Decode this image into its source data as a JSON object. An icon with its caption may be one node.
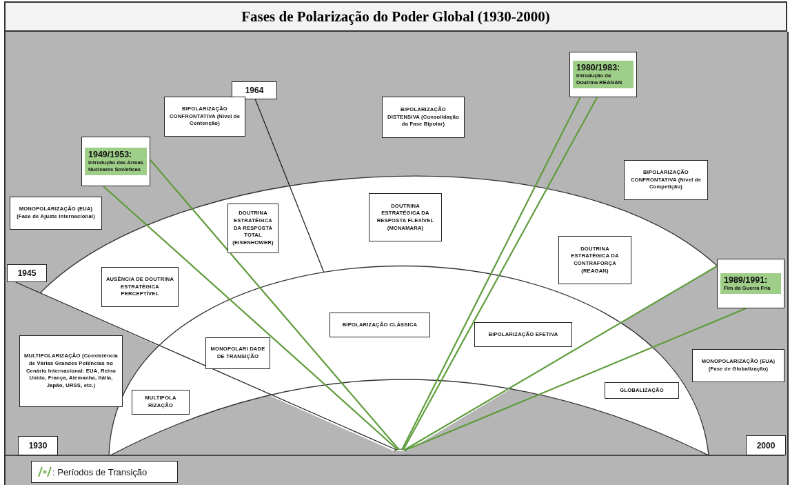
{
  "diagram": {
    "title": "Fases de Polarização do Poder Global (1930-2000)",
    "nodes": [
      {
        "text": [
          "1964"
        ]
      },
      {
        "text": [
          "1980/1983:",
          "Introdução da Doutrina REAGAN"
        ]
      },
      {
        "text": [
          "BIPOLARIZAÇÃO CONFRONTATIVA (Nível de Contenção)"
        ]
      },
      {
        "text": [
          "BIPOLARIZAÇÃO DISTENSIVA (Consolidação da Fase Bipolar)"
        ]
      },
      {
        "text": [
          "1949/1953:",
          "Introdução das Armas Nucleares Soviéticas"
        ]
      },
      {
        "text": [
          "BIPOLARIZAÇÃO CONFRONTATIVA (Nível de Competição)"
        ]
      },
      {
        "text": [
          "MONOPOLARIZAÇÃO (EUA) (Fase de Ajuste Internacional)"
        ]
      },
      {
        "text": [
          "DOUTRINA ESTRATÉGICA DA RESPOSTA TOTAL (EISENHOWER)"
        ]
      },
      {
        "text": [
          "DOUTRINA ESTRATÉGICA DA RESPOSTA FLEXÍVEL (MCNAMARA)"
        ]
      },
      {
        "text": [
          "DOUTRINA ESTRATÉGICA DA CONTRAFORÇA (REAGAN)"
        ]
      },
      {
        "text": [
          "1945"
        ]
      },
      {
        "text": [
          "AUSÊNCIA DE DOUTRINA ESTRATÉGICA PERCEPTÍVEL"
        ]
      },
      {
        "text": [
          "1989/1991:",
          "Fim da Guerra Fria"
        ]
      },
      {
        "text": [
          "BIPOLARIZAÇÃO CLÁSSICA"
        ]
      },
      {
        "text": [
          "BIPOLARIZAÇÃO EFETIVA"
        ]
      },
      {
        "text": [
          "MULTIPOLARIZAÇÃO (Coexistência de Várias Grandes Potências no Cenário Internacional: EUA, Reino Unido, França, Alemanha, Itália, Japão, URSS, etc.)"
        ]
      },
      {
        "text": [
          "MONOPOLARI DADE DE TRANSIÇÃO"
        ]
      },
      {
        "text": [
          "MONOPOLARIZAÇÃO (EUA) (Fase de Globalização)"
        ]
      },
      {
        "text": [
          "MULTIPOLA RIZAÇÃO"
        ]
      },
      {
        "text": [
          "GLOBALIZAÇÃO"
        ]
      },
      {
        "text": [
          "1930"
        ]
      },
      {
        "text": [
          "2000"
        ]
      }
    ],
    "edges": [
      {
        "from": 10,
        "to": null,
        "arrow": "none",
        "color": "#222222"
      },
      {
        "from": 4,
        "to": null,
        "arrow": "none"
      },
      {
        "from": 4,
        "to": null,
        "arrow": "none"
      },
      {
        "from": 0,
        "to": null,
        "arrow": "none",
        "color": "#222222"
      },
      {
        "from": 1,
        "to": null,
        "arrow": "none"
      },
      {
        "from": 1,
        "to": null,
        "arrow": "none"
      },
      {
        "from": 12,
        "to": null,
        "arrow": "none"
      },
      {
        "from": 12,
        "to": null,
        "arrow": "none"
      }
    ],
    "legend": [
      {
        "text": ": Períodos de Transição"
      }
    ]
  }
}
